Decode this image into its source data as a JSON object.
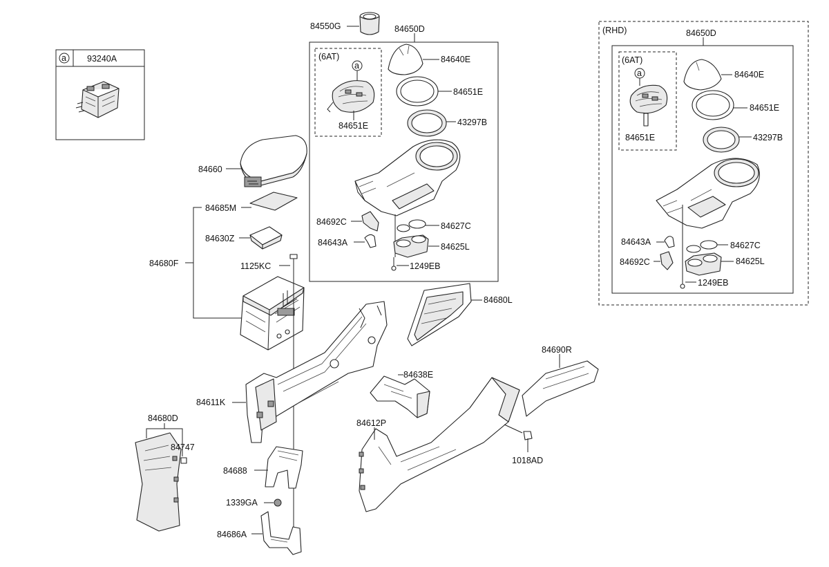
{
  "labels": {
    "l_93240A": "93240A",
    "l_84550G": "84550G",
    "l_84650D": "84650D",
    "l_6AT": "(6AT)",
    "l_84640E": "84640E",
    "l_84651E_a": "84651E",
    "l_84651E_b": "84651E",
    "l_43297B": "43297B",
    "l_84660": "84660",
    "l_84685M": "84685M",
    "l_84630Z": "84630Z",
    "l_84680F": "84680F",
    "l_1125KC": "1125KC",
    "l_84692C": "84692C",
    "l_84643A": "84643A",
    "l_84627C": "84627C",
    "l_84625L": "84625L",
    "l_1249EB": "1249EB",
    "l_84680L": "84680L",
    "l_84690R": "84690R",
    "l_84638E": "84638E",
    "l_84612P": "84612P",
    "l_1018AD": "1018AD",
    "l_84611K": "84611K",
    "l_84680D": "84680D",
    "l_84747": "84747",
    "l_84688": "84688",
    "l_1339GA": "1339GA",
    "l_84686A": "84686A",
    "r_RHD": "(RHD)",
    "r_84650D": "84650D",
    "r_6AT": "(6AT)",
    "r_84640E": "84640E",
    "r_84651E_a": "84651E",
    "r_84651E_b": "84651E",
    "r_43297B": "43297B",
    "r_84643A": "84643A",
    "r_84627C": "84627C",
    "r_84692C": "84692C",
    "r_84625L": "84625L",
    "r_1249EB": "1249EB"
  },
  "markers": {
    "inset": "a",
    "left_6at": "a",
    "right_6at": "a"
  }
}
